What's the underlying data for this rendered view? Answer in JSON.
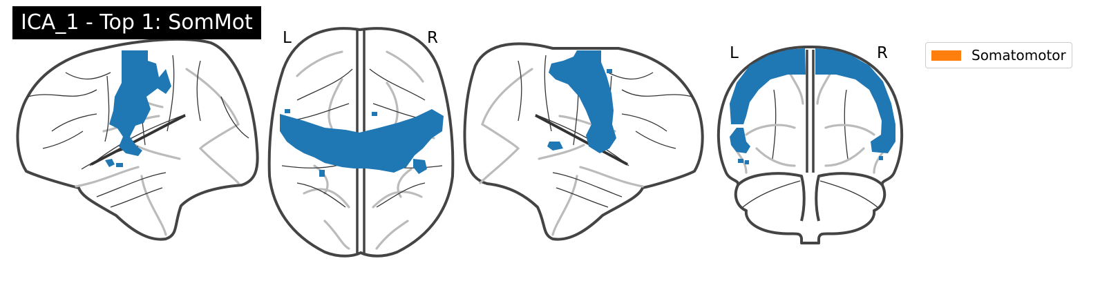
{
  "title": "ICA_1 - Top 1: SomMot",
  "views": {
    "axial": {
      "left_label": "L",
      "right_label": "R"
    },
    "coronal": {
      "left_label": "L",
      "right_label": "R"
    }
  },
  "legend": {
    "label": "Somatomotor",
    "color": "#ff7f0e"
  },
  "overlay_color": "#1f77b4"
}
